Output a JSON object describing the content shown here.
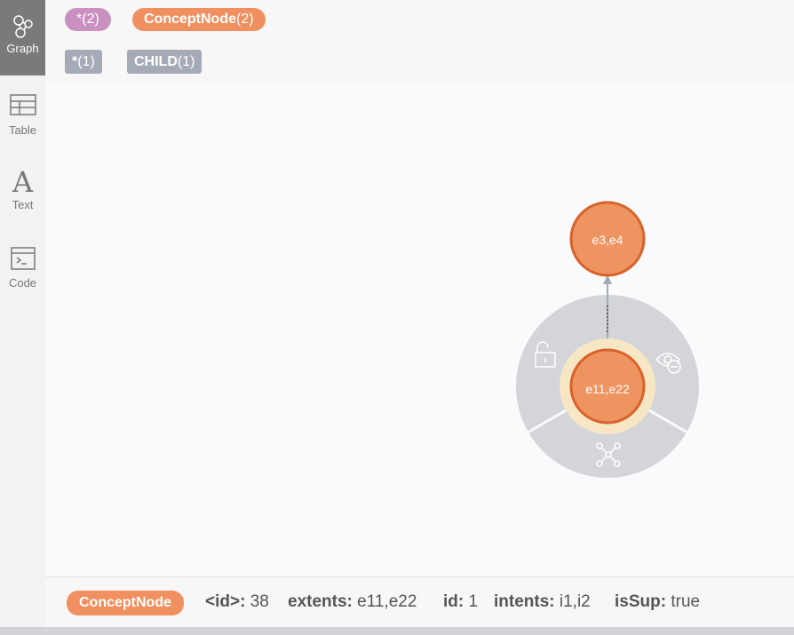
{
  "sidebar": {
    "items": [
      {
        "label": "Graph",
        "icon": "graph-icon",
        "active": true
      },
      {
        "label": "Table",
        "icon": "table-icon",
        "active": false
      },
      {
        "label": "Text",
        "icon": "text-icon",
        "active": false
      },
      {
        "label": "Code",
        "icon": "code-icon",
        "active": false
      }
    ]
  },
  "legend": {
    "node_labels": [
      {
        "name": "*",
        "count": "(2)",
        "color": "#c990c0"
      },
      {
        "name": "ConceptNode",
        "count": "(2)",
        "color": "#f09060"
      }
    ],
    "relationship_types": [
      {
        "name": "*",
        "count": "(1)"
      },
      {
        "name": "CHILD",
        "count": "(1)"
      }
    ]
  },
  "graph": {
    "nodes": [
      {
        "caption": "e3,e4"
      },
      {
        "caption": "e11,e22",
        "selected": true
      }
    ],
    "relationship": "CHILD",
    "ring_actions": [
      "unlock-icon",
      "hide-icon",
      "expand-icon"
    ]
  },
  "footer": {
    "label": "ConceptNode",
    "properties": [
      {
        "key": "<id>:",
        "value": "38"
      },
      {
        "key": "extents:",
        "value": "e11,e22"
      },
      {
        "key": "id:",
        "value": "1"
      },
      {
        "key": "intents:",
        "value": "i1,i2"
      },
      {
        "key": "isSup:",
        "value": "true"
      }
    ]
  },
  "colors": {
    "node_fill": "#ee9461",
    "node_stroke": "#d8622b",
    "ring": "#d4d5d9",
    "halo": "#f7e6c4"
  }
}
